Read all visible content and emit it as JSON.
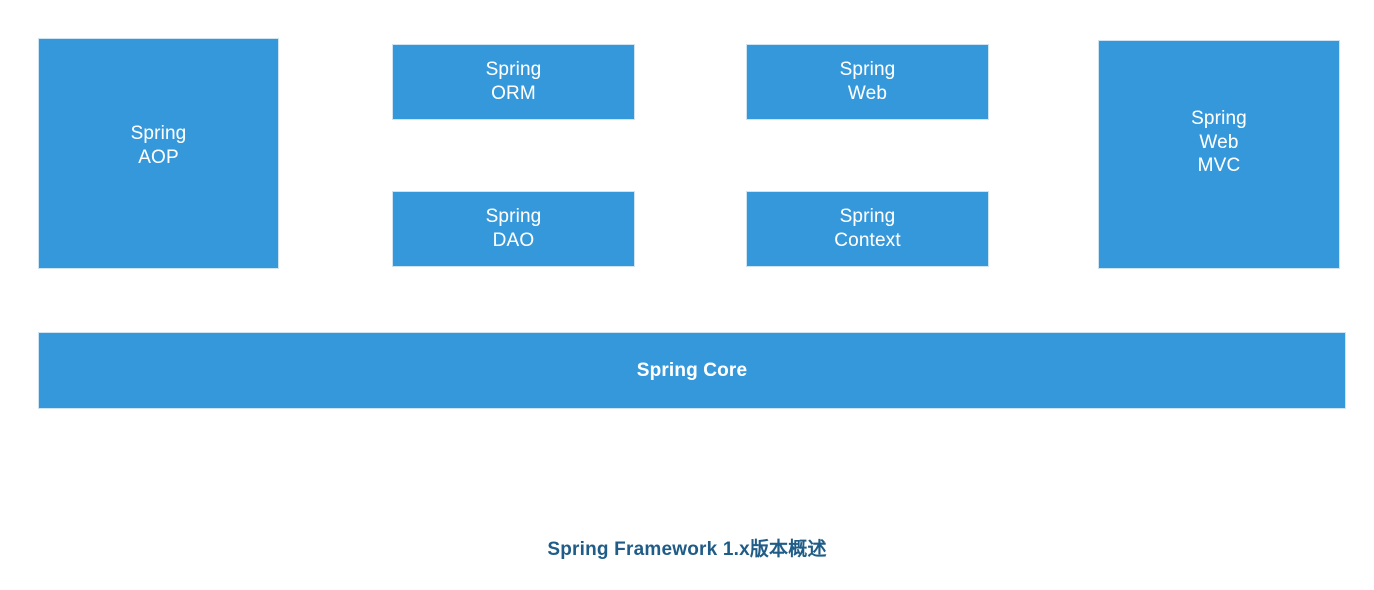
{
  "diagram": {
    "caption": "Spring Framework 1.x版本概述",
    "background_color": "#ffffff",
    "box_fill_color": "#3498db",
    "box_border_color": "#cfe4f3",
    "box_text_color": "#ffffff",
    "caption_color": "#1f5c87",
    "modules": [
      {
        "id": "spring-aop",
        "label": "Spring\nAOP",
        "lines": [
          "Spring",
          "AOP"
        ]
      },
      {
        "id": "spring-orm",
        "label": "Spring\nORM",
        "lines": [
          "Spring",
          "ORM"
        ]
      },
      {
        "id": "spring-dao",
        "label": "Spring\nDAO",
        "lines": [
          "Spring",
          "DAO"
        ]
      },
      {
        "id": "spring-web",
        "label": "Spring\nWeb",
        "lines": [
          "Spring",
          "Web"
        ]
      },
      {
        "id": "spring-context",
        "label": "Spring\nContext",
        "lines": [
          "Spring",
          "Context"
        ]
      },
      {
        "id": "spring-web-mvc",
        "label": "Spring\nWeb\nMVC",
        "lines": [
          "Spring",
          "Web",
          "MVC"
        ]
      },
      {
        "id": "spring-core",
        "label": "Spring Core",
        "lines": [
          "Spring Core"
        ]
      }
    ]
  }
}
